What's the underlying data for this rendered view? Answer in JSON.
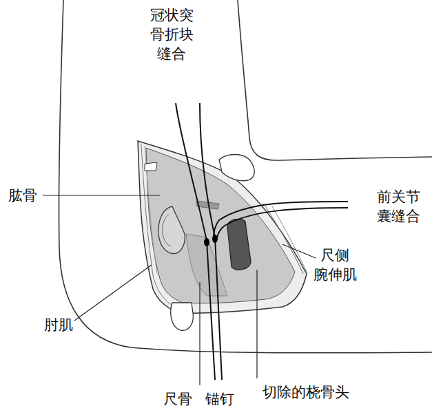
{
  "diagram": {
    "labels": [
      "冠状突 骨折块 缝合",
      "肱骨",
      "前关节 囊缝合",
      "尺侧 腕伸肌",
      "肘肌",
      "尺骨",
      "锚钉",
      "切除的桡骨头"
    ]
  }
}
